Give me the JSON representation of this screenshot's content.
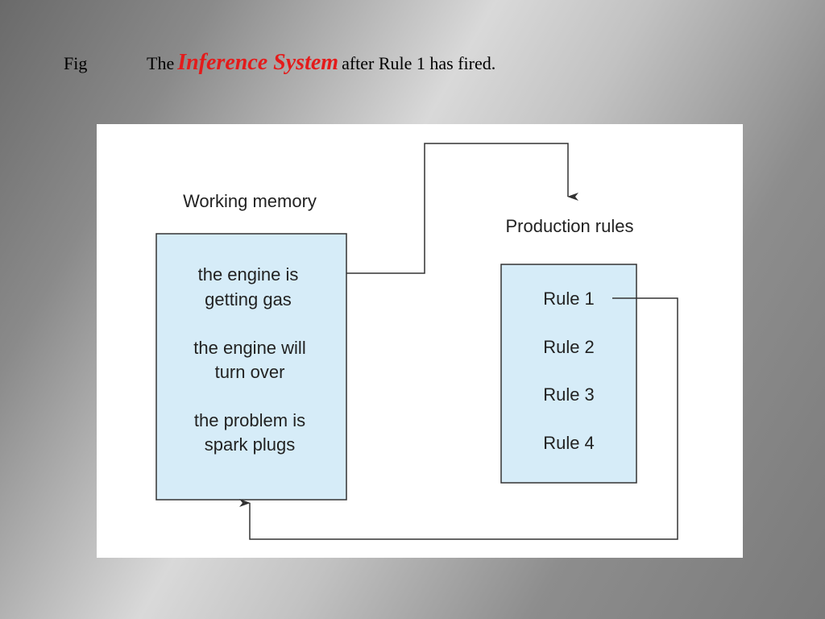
{
  "caption": {
    "fig_label": "Fig",
    "prefix": "The",
    "emphasis": "Inference System",
    "suffix": "after Rule 1 has fired."
  },
  "diagram": {
    "working_memory": {
      "heading": "Working memory",
      "facts": [
        {
          "line1": "the engine is",
          "line2": "getting gas"
        },
        {
          "line1": "the engine will",
          "line2": "turn over"
        },
        {
          "line1": "the problem is",
          "line2": "spark plugs"
        }
      ]
    },
    "production_rules": {
      "heading": "Production rules",
      "rules": [
        "Rule 1",
        "Rule 2",
        "Rule 3",
        "Rule 4"
      ]
    },
    "colors": {
      "box_fill": "#d6ecf8",
      "box_stroke": "#333333",
      "caption_emphasis": "#e41b1b"
    }
  }
}
